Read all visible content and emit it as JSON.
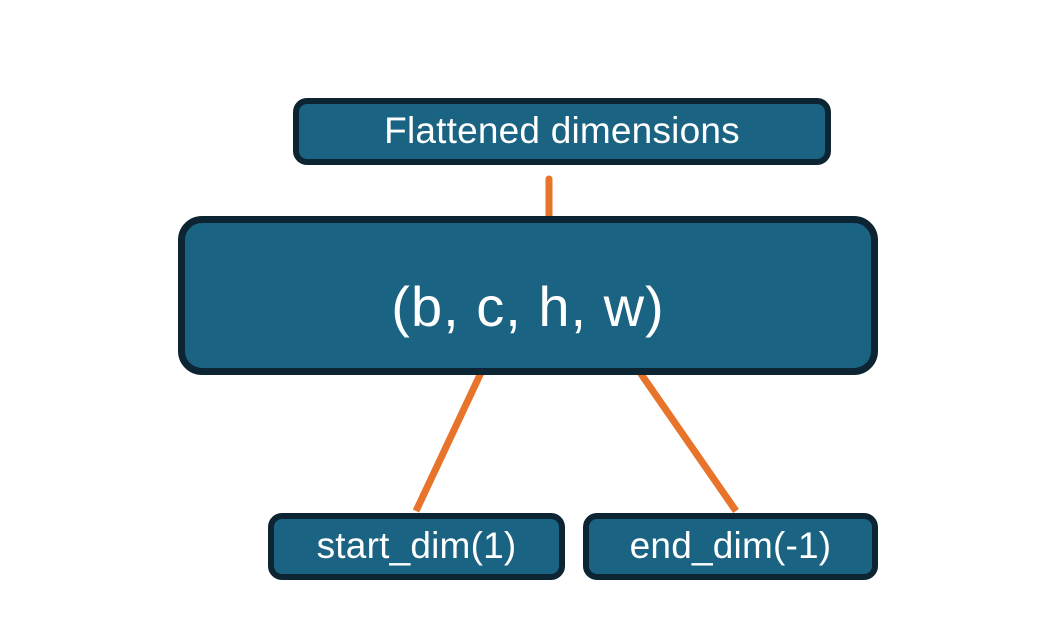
{
  "diagram": {
    "title": "Flatten start_dim / end_dim over tensor shape",
    "background_color": "#ffffff",
    "node_fill_color": "#1a6382",
    "node_border_color": "#0d2433",
    "node_text_color": "#ffffff",
    "connector_color": "#e8742c"
  },
  "nodes": {
    "flattened": {
      "label": "Flattened dimensions",
      "role": "annotation-box-top"
    },
    "shape": {
      "label": "(b, c, h, w)",
      "role": "tensor-shape-box",
      "dims": [
        "b",
        "c",
        "h",
        "w"
      ]
    },
    "start_dim": {
      "label": "start_dim(1)",
      "role": "argument-box",
      "value": "1"
    },
    "end_dim": {
      "label": "end_dim(-1)",
      "role": "argument-box",
      "value": "-1"
    }
  },
  "connectors": [
    {
      "name": "brace-over-flattened-dims",
      "type": "curly-brace",
      "from": "shape",
      "to": "flattened",
      "spans_dims": [
        "c",
        "h",
        "w"
      ],
      "color": "#e8742c"
    },
    {
      "name": "arrow-start-dim-to-c",
      "type": "arrow",
      "from": "start_dim",
      "to": "shape",
      "points_at_dim": "c",
      "color": "#e8742c"
    },
    {
      "name": "arrow-end-dim-to-w",
      "type": "arrow",
      "from": "end_dim",
      "to": "shape",
      "points_at_dim": "w",
      "color": "#e8742c"
    }
  ]
}
